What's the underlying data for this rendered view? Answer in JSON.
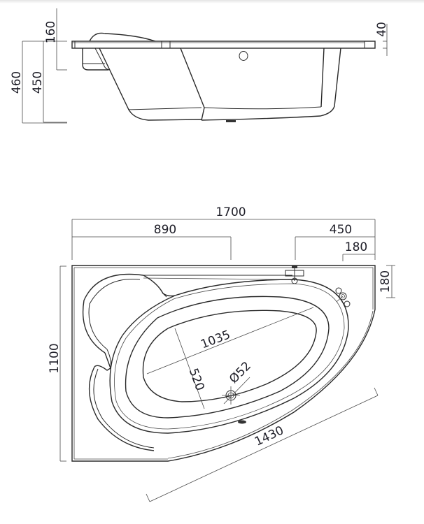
{
  "drawing": {
    "subject": "Corner bathtub technical drawing",
    "side_view": {
      "dimensions": {
        "total_height": "460",
        "tub_height": "450",
        "headrest_height": "160",
        "rim_thickness": "40"
      }
    },
    "top_view": {
      "dimensions": {
        "overall_length": "1700",
        "left_section_length": "890",
        "tap_offset": "450",
        "corner_cut_width": "180",
        "corner_cut_depth": "180",
        "overall_width": "1100",
        "basin_length": "1035",
        "basin_width": "520",
        "drain_diameter": "Ø52",
        "front_arc_length": "1430"
      }
    },
    "colors": {
      "line": "#2a2a2a",
      "dimension_text": "#1e1e28",
      "background": "#ffffff"
    }
  }
}
